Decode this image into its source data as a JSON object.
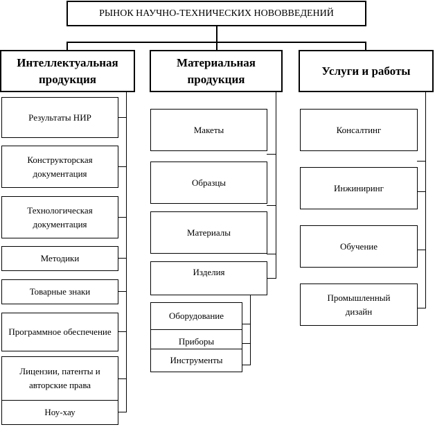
{
  "title": "РЫНОК НАУЧНО-ТЕХНИЧЕСКИХ НОВОВВЕДЕНИЙ",
  "categories": [
    {
      "label": "Интеллектуальная продукция",
      "items": [
        "Результаты НИР",
        "Конструкторская документация",
        "Технологическая документация",
        "Методики",
        "Товарные знаки",
        "Программное обеспечение",
        "Лицензии, патенты и авторские права",
        "Ноу-хау"
      ]
    },
    {
      "label": "Материальная продукция",
      "items": [
        "Макеты",
        "Образцы",
        "Материалы",
        "Изделия"
      ],
      "subitems": [
        "Оборудование",
        "Приборы",
        "Инструменты"
      ]
    },
    {
      "label": "Услуги и работы",
      "items": [
        "Консалтинг",
        "Инжиниринг",
        "Обучение",
        "Промышленный дизайн"
      ]
    }
  ]
}
